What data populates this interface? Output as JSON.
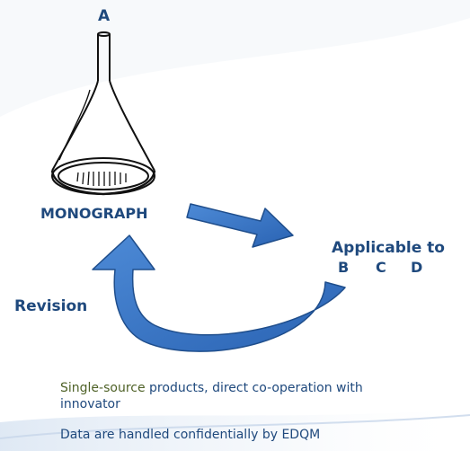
{
  "labels": {
    "top": "A",
    "monograph": "MONOGRAPH",
    "applicable": "Applicable to",
    "b": "B",
    "c": "C",
    "d": "D",
    "revision": "Revision"
  },
  "notes": {
    "line1_highlight": "Single-source",
    "line1_rest": " products, direct co-operation with innovator",
    "line2": "Data are handled confidentially by EDQM"
  },
  "colors": {
    "label_text": "#1f497d",
    "highlight_text": "#4f6228",
    "arrow_fill": "#2e6bbf",
    "arrow_stroke": "#1f4e8c",
    "funnel": "#111111"
  }
}
